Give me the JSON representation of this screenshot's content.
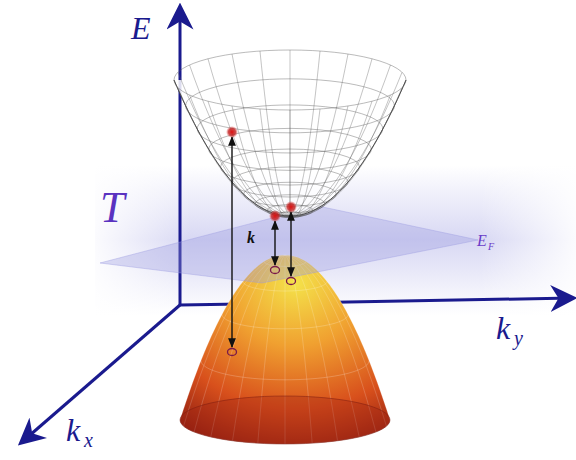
{
  "diagram": {
    "labels": [
      "E",
      "T",
      "k",
      "E",
      "F",
      "k",
      "x",
      "k",
      "y"
    ]
  }
}
